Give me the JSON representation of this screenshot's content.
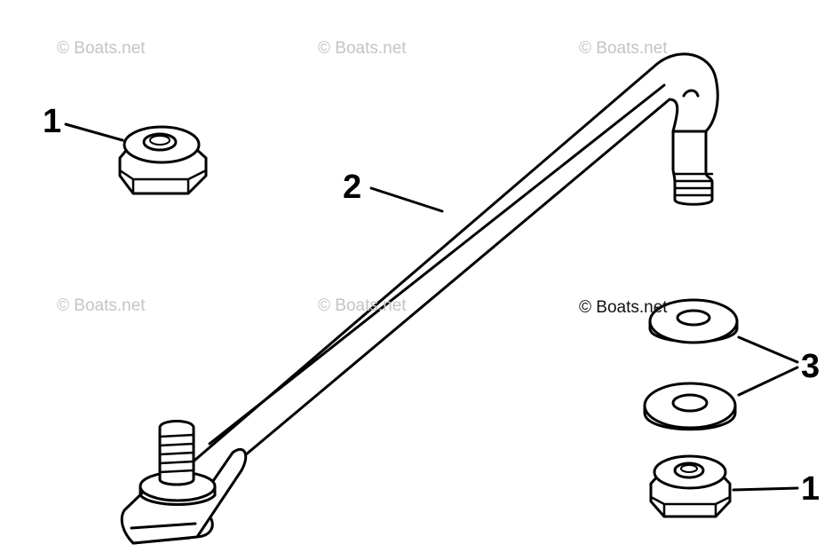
{
  "watermarks": [
    "© Boats.net",
    "© Boats.net",
    "© Boats.net",
    "© Boats.net",
    "© Boats.net",
    "© Boats.net"
  ],
  "callouts": {
    "nut_top_left": "1",
    "link_rod": "2",
    "washers": "3",
    "nut_bottom_right": "1"
  },
  "colors": {
    "ink": "#000000",
    "paper": "#ffffff",
    "watermark_light": "#c4c4c4",
    "watermark_dark": "#111111"
  }
}
